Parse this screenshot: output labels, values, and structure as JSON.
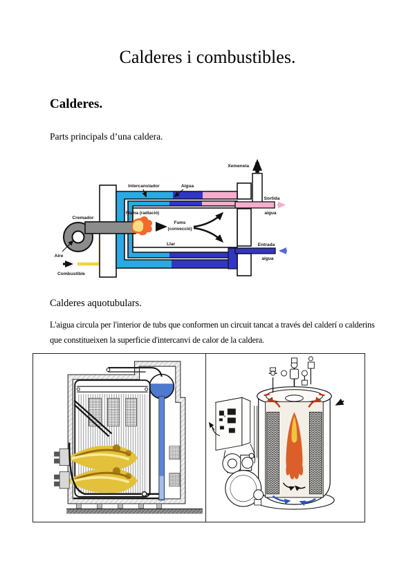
{
  "document": {
    "title": "Calderes i combustibles.",
    "section_calderes": {
      "heading": "Calderes.",
      "intro": "Parts principals d’una caldera."
    },
    "section_aquotubulars": {
      "heading": "Calderes aquotubulars.",
      "body": "L'aigua circula per l'interior de tubs que conformen un circuit tancat a través del calderí o calderins que constitueixen la superficie d'intercanvi de calor de la caldera."
    }
  },
  "boiler_diagram": {
    "labels": {
      "xemeneia": "Xemeneia",
      "intercanviador": "Intercanviador",
      "aigua": "Aigua",
      "sortida_line1": "Sortida",
      "sortida_line2": "aigua",
      "entrada_line1": "Entrada",
      "entrada_line2": "aigua",
      "cremador": "Cremador",
      "flama": "Flama (radiació)",
      "fums_line1": "Fums",
      "fums_line2": "(convecció)",
      "llar": "Llar",
      "aire": "Aire",
      "combustible": "Combustible"
    },
    "colors": {
      "water_cold": "#29ABE2",
      "water_hot": "#3236C8",
      "water_outlet": "#F7AECE",
      "fuel_line": "#F0D23C",
      "burner_gray": "#8C8C8C",
      "flame_outer": "#F26A2B",
      "flame_core": "#F9DD86",
      "inlet_arrow": "#5666E0"
    }
  },
  "figures": {
    "watertube_section": {
      "colors": {
        "flame_gold": "#E3C13A",
        "flame_dark": "#9C6F10",
        "flame_light": "#F6EC9C",
        "drum_water": "#4E79D0",
        "downcomer": "#5B83D6",
        "downcomer_light": "#A6BEE8"
      }
    },
    "vertical_cutaway": {
      "colors": {
        "flame_orange": "#DB5F28",
        "flame_core": "#EFC53F",
        "hot_arrow": "#C03512",
        "cold_arrow": "#2C55B4"
      }
    }
  }
}
